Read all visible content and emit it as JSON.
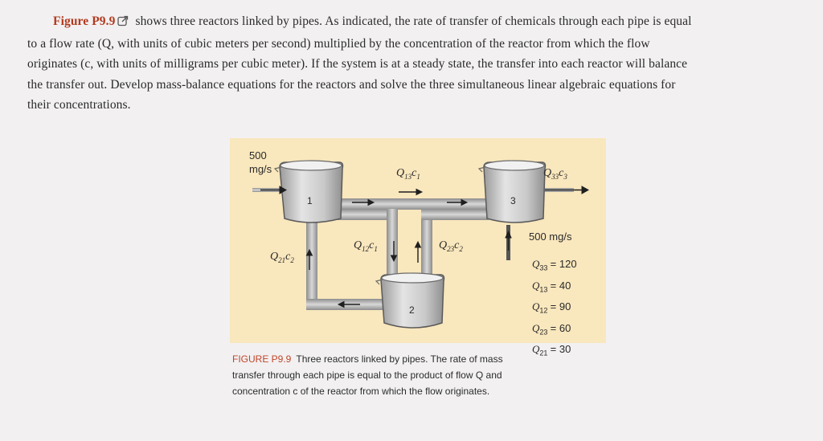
{
  "problem": {
    "figure_ref": "Figure P9.9",
    "icon": "external-link-icon",
    "lines": [
      "shows three reactors linked by pipes. As indicated, the rate of transfer of chemicals through each pipe is equal",
      "to a flow rate (Q, with units of cubic meters per second) multiplied by the concentration of the reactor from which the flow",
      "originates (c, with units of milligrams per cubic meter). If the system is at a steady state, the transfer into each reactor will balance",
      "the transfer out. Develop mass-balance equations for the reactors and solve the three simultaneous linear algebraic equations for",
      "their concentrations."
    ]
  },
  "figure": {
    "inflow_top": {
      "value": "500",
      "unit": "mg/s"
    },
    "inflow_right": "500 mg/s",
    "reactors": [
      "1",
      "2",
      "3"
    ],
    "flow_labels": {
      "q13": {
        "base": "Q",
        "sub": "13",
        "var": "c",
        "var_sub": "1"
      },
      "q33": {
        "base": "Q",
        "sub": "33",
        "var": "c",
        "var_sub": "3"
      },
      "q12": {
        "base": "Q",
        "sub": "12",
        "var": "c",
        "var_sub": "1"
      },
      "q23": {
        "base": "Q",
        "sub": "23",
        "var": "c",
        "var_sub": "2"
      },
      "q21": {
        "base": "Q",
        "sub": "21",
        "var": "c",
        "var_sub": "2"
      }
    },
    "flow_values": [
      {
        "base": "Q",
        "sub": "33",
        "value": "= 120"
      },
      {
        "base": "Q",
        "sub": "13",
        "value": "= 40"
      },
      {
        "base": "Q",
        "sub": "12",
        "value": "= 90"
      },
      {
        "base": "Q",
        "sub": "23",
        "value": "= 60"
      },
      {
        "base": "Q",
        "sub": "21",
        "value": "= 30"
      }
    ]
  },
  "caption": {
    "label": "FIGURE P9.9",
    "lines": [
      "Three reactors linked by pipes. The rate of mass",
      "transfer through each pipe is equal to the product of flow Q and",
      "concentration c of the reactor from which the flow originates."
    ]
  },
  "colors": {
    "accent": "#b23a1e",
    "panel": "#f9e7bd",
    "pipe": "#a9a9a9",
    "arrow": "#1f1f1f"
  }
}
